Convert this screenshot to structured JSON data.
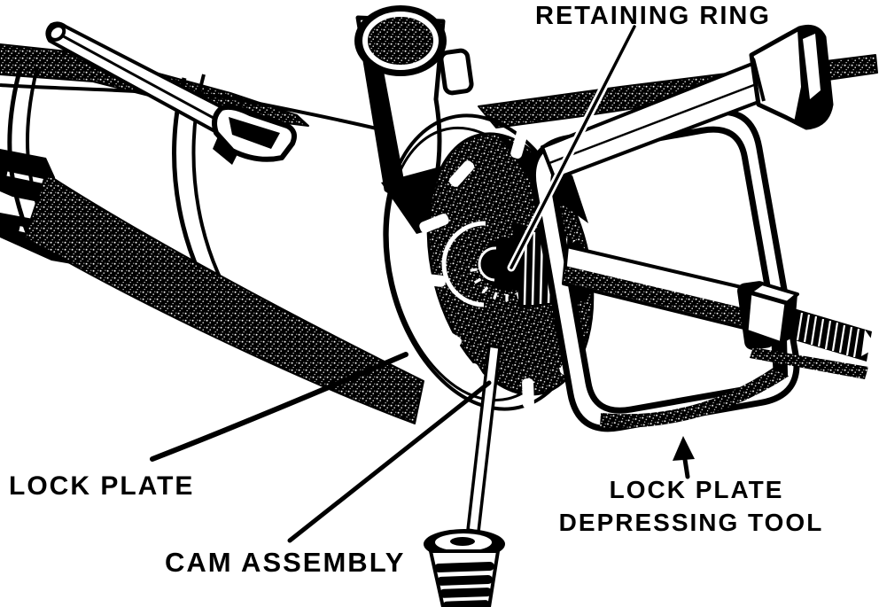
{
  "figure": {
    "kind": "steering-column-service-illustration",
    "ink_color": "#000000",
    "paper_color": "#ffffff",
    "labels": {
      "retaining_ring": "RETAINING RING",
      "lock_plate": "LOCK PLATE",
      "cam_assembly": "CAM ASSEMBLY",
      "depressing_tool_line1": "LOCK PLATE",
      "depressing_tool_line2": "DEPRESSING TOOL"
    }
  }
}
